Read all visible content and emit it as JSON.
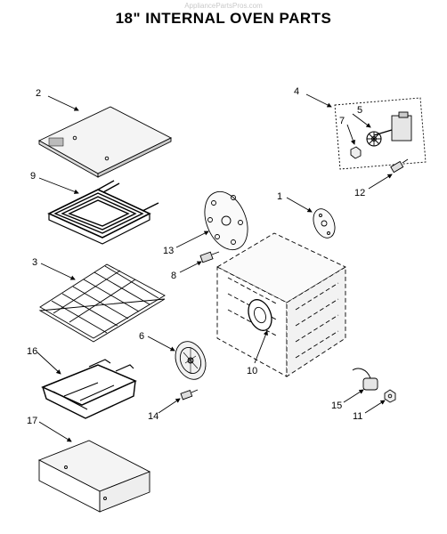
{
  "watermark": "AppliancePartsPros.com",
  "title": "18\" INTERNAL OVEN PARTS",
  "callouts": {
    "c1": "1",
    "c2": "2",
    "c3": "3",
    "c4": "4",
    "c5": "5",
    "c6": "6",
    "c7": "7",
    "c8": "8",
    "c9": "9",
    "c10": "10",
    "c11": "11",
    "c12": "12",
    "c13": "13",
    "c14": "14",
    "c15": "15",
    "c16": "16",
    "c17": "17"
  }
}
